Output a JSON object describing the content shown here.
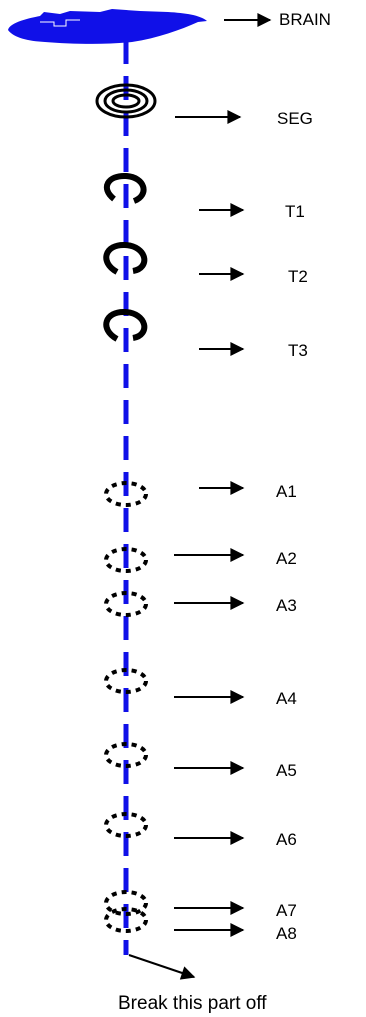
{
  "colors": {
    "nerve_cord": "#1010e8",
    "brain": "#1010e8",
    "ganglion_outline": "#000000",
    "arrow": "#000000",
    "background": "#ffffff"
  },
  "icons": {
    "brain": "brain-blob-icon",
    "seg": "concentric-ellipse-icon",
    "thoracic": "hook-ring-icon",
    "abdominal": "dotted-ellipse-icon"
  },
  "labels": {
    "brain": "BRAIN",
    "seg": "SEG",
    "t1": "T1",
    "t2": "T2",
    "t3": "T3",
    "a1": "A1",
    "a2": "A2",
    "a3": "A3",
    "a4": "A4",
    "a5": "A5",
    "a6": "A6",
    "a7": "A7",
    "a8": "A8"
  },
  "footer_note": "Break this part off"
}
